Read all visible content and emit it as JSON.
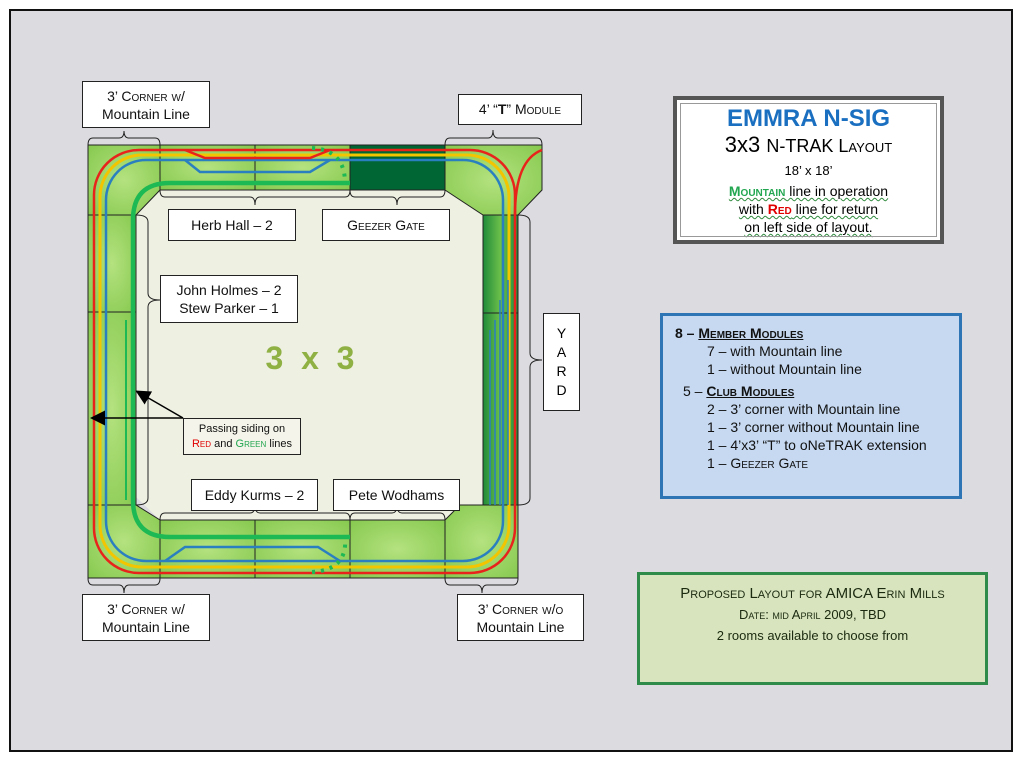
{
  "title": {
    "org": "EMMRA N-SIG",
    "subtitle_num": "3x3",
    "subtitle_text": "N-TRAK Layout",
    "size": "18’ x 18’",
    "desc_mountain": "Mountain",
    "desc_1": " line in operation",
    "desc_2a": "with ",
    "desc_red": "Red",
    "desc_2b": " line for return",
    "desc_3": "on left side of layout."
  },
  "modules_summary": {
    "member_count": "8 – ",
    "member_label": "Member Modules",
    "member_items": [
      "7 – with Mountain line",
      "1 – without Mountain line"
    ],
    "club_count": "5 – ",
    "club_label": "Club Modules",
    "club_items": [
      "2 – 3’ corner with Mountain line",
      "1 – 3’ corner without Mountain line",
      "1 – 4’x3’ “T” to oNeTRAK extension",
      "1 – Geezer Gate"
    ]
  },
  "proposal": {
    "line1": "Proposed Layout for AMICA Erin Mills",
    "line2": "Date: mid April 2009, TBD",
    "line3": "2 rooms available to choose from"
  },
  "labels": {
    "corner_tl_1": "3’ Corner w/",
    "corner_tl_2": "Mountain Line",
    "t_module_a": "4’ “",
    "t_module_t": "T",
    "t_module_b": "” Module",
    "herb": "Herb Hall – 2",
    "geezer": "Geezer Gate",
    "john": "John Holmes – 2",
    "stew": "Stew Parker – 1",
    "yard": [
      "Y",
      "A",
      "R",
      "D"
    ],
    "center": "3  x  3",
    "passing_1": "Passing siding on",
    "passing_red": "Red",
    "passing_and": " and ",
    "passing_green": "Green",
    "passing_lines": " lines",
    "eddy": "Eddy Kurms – 2",
    "pete": "Pete Wodhams",
    "corner_bl_1": "3’ Corner w/",
    "corner_bl_2": "Mountain Line",
    "corner_br_1": "3’ Corner w/o",
    "corner_br_2": "Mountain Line"
  },
  "colors": {
    "red_line": "#e8231b",
    "yellow_line": "#f2c500",
    "blue_line": "#2a7fc0",
    "green_line": "#1db954",
    "module": "#8fd05a",
    "geezer": "#006633"
  }
}
